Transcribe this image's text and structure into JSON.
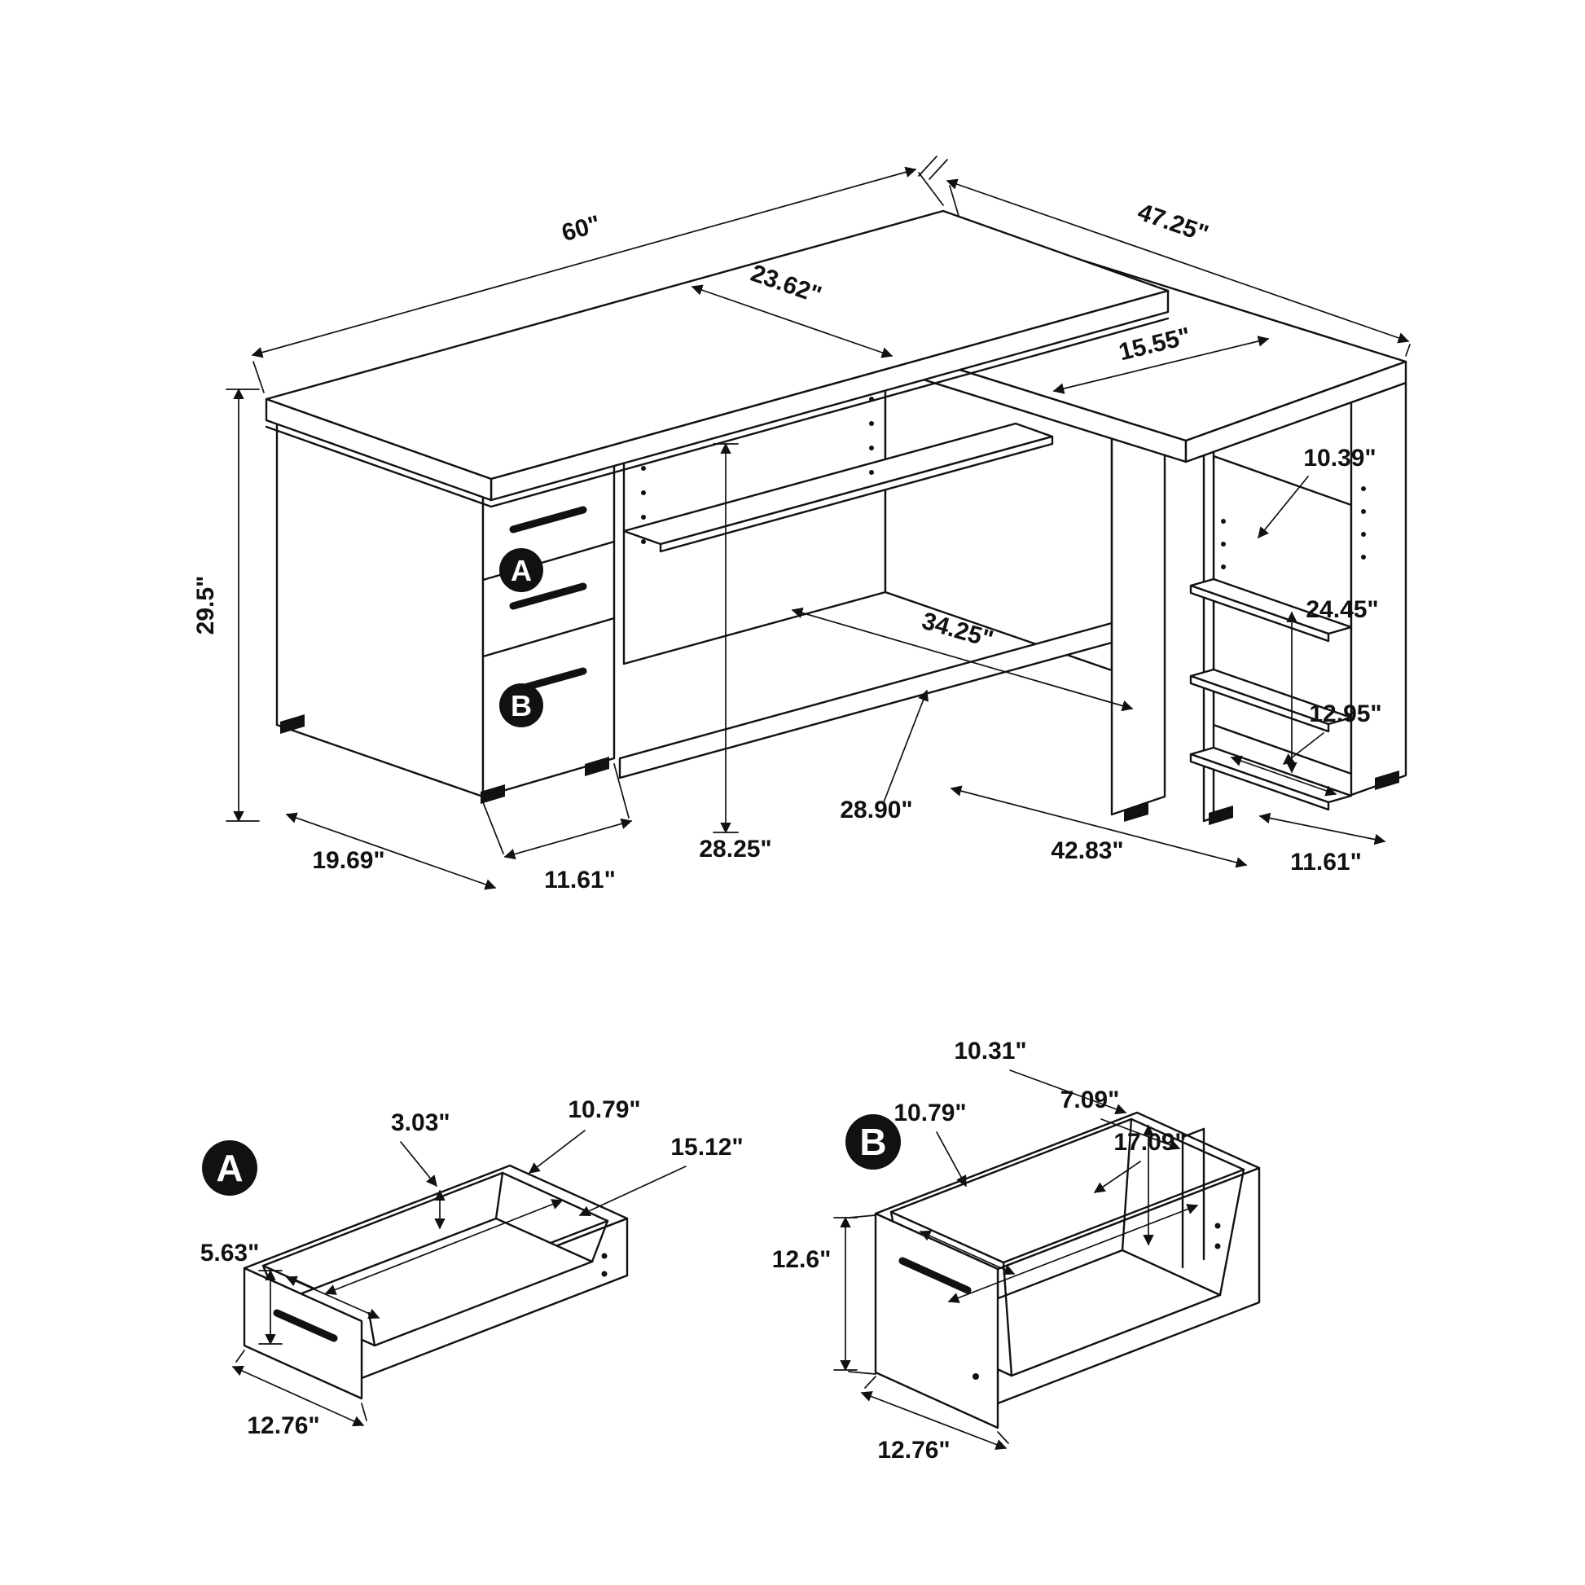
{
  "colors": {
    "ink": "#111111",
    "paper": "#ffffff"
  },
  "diagram": {
    "main": {
      "labels": {
        "width_top": "60\"",
        "return_depth": "47.25\"",
        "desk_depth": "23.62\"",
        "return_inner_width": "15.55\"",
        "height": "29.5\"",
        "shelf_gap_top": "10.39\"",
        "shelf_mid_height": "24.45\"",
        "shelf_gap_bottom": "12.95\"",
        "opening_width": "34.25\"",
        "inner_height": "28.25\"",
        "rail_length": "28.90\"",
        "return_bottom_length": "42.83\"",
        "right_side_depth": "11.61\"",
        "pedestal_side_depth": "19.69\"",
        "pedestal_front_width": "11.61\"",
        "marker_a": "A",
        "marker_b": "B"
      }
    },
    "detail_a": {
      "marker": "A",
      "labels": {
        "lip_depth": "3.03\"",
        "inner_width": "10.79\"",
        "inner_depth": "15.12\"",
        "front_height": "5.63\"",
        "front_width": "12.76\""
      }
    },
    "detail_b": {
      "marker": "B",
      "labels": {
        "back_height": "10.31\"",
        "back_gap": "7.09\"",
        "inner_width": "10.79\"",
        "inner_depth": "17.09\"",
        "front_height": "12.6\"",
        "front_width": "12.76\""
      }
    }
  }
}
